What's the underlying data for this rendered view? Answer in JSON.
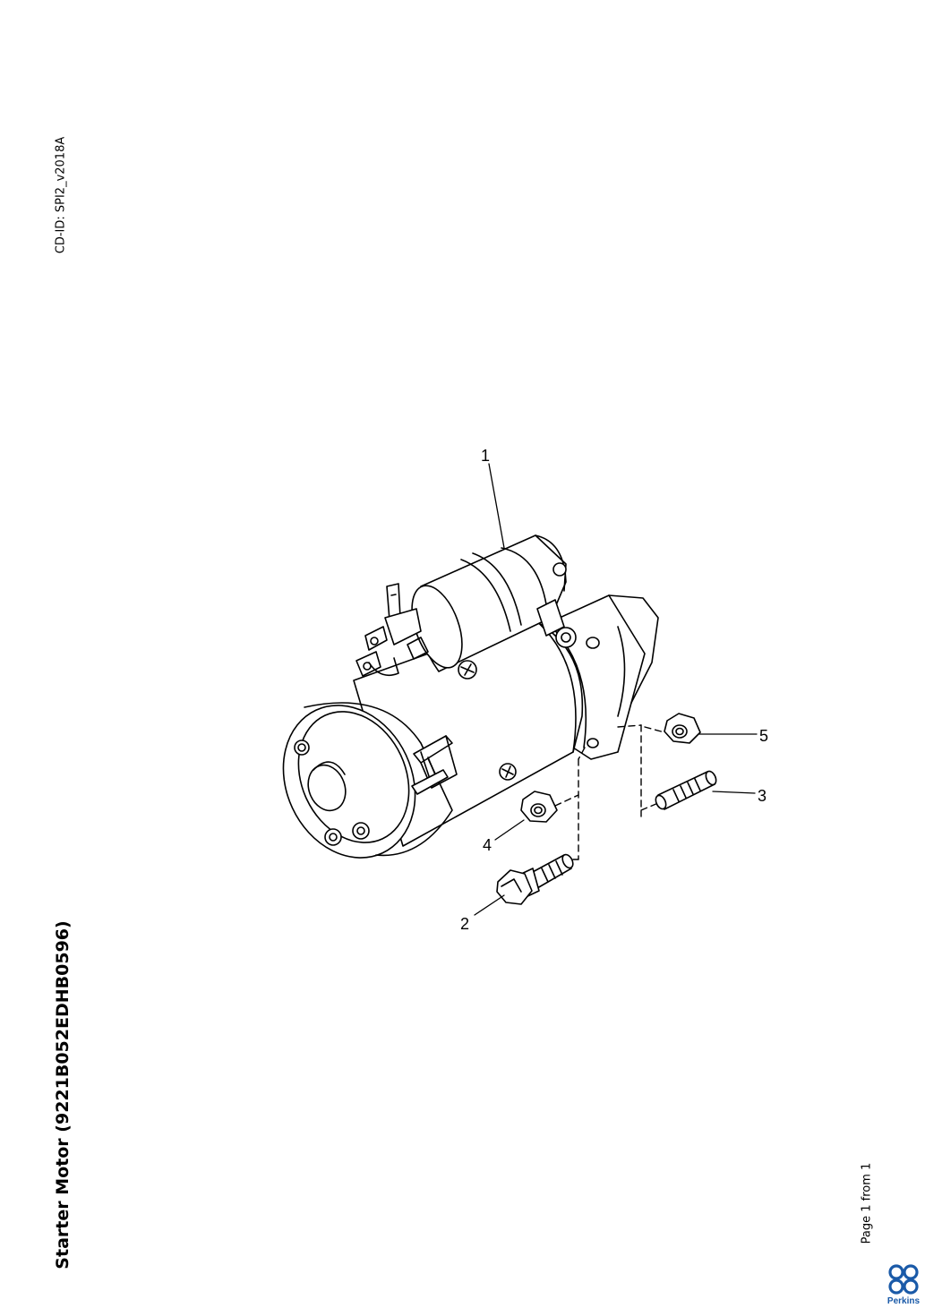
{
  "header": {
    "cd_id": "CD-ID: SPI2_v2018A"
  },
  "document": {
    "title": "Starter Motor (9221B052EDHB0596)"
  },
  "footer": {
    "page_info": "Page 1 from 1",
    "brand": "Perkins"
  },
  "diagram": {
    "callouts": [
      {
        "number": "1",
        "part": "starter motor"
      },
      {
        "number": "2",
        "part": "bolt"
      },
      {
        "number": "3",
        "part": "stud"
      },
      {
        "number": "4",
        "part": "nut"
      },
      {
        "number": "5",
        "part": "nut"
      }
    ]
  }
}
